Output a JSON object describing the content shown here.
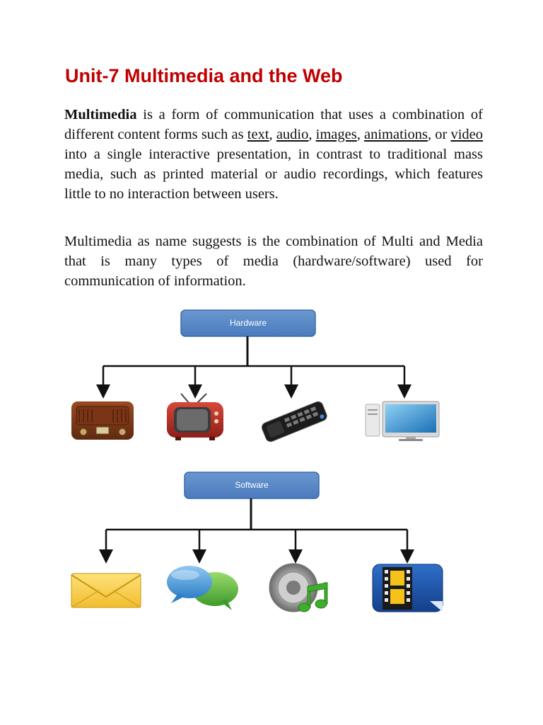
{
  "document": {
    "title": "Unit-7 Multimedia and the Web",
    "paragraph1": {
      "term": "Multimedia",
      "t1": " is a form of communication that uses a combination of different content forms such as ",
      "link_text": "text",
      "s1": ", ",
      "link_audio": "audio",
      "s2": ", ",
      "link_images": "images",
      "s3": ", ",
      "link_animations": "animations",
      "s4": ",  or ",
      "link_video": "video ",
      "t2": "into a single interactive presentation, in contrast to  traditional mass media, such as printed material or audio  recordings, which features little to no interaction between users."
    },
    "paragraph2": "Multimedia as name suggests is the combination of Multi and Media that is many types of media (hardware/software) used for communication of information."
  },
  "diagram": {
    "hardware": {
      "label": "Hardware",
      "items": [
        "radio-icon",
        "television-icon",
        "remote-control-icon",
        "desktop-computer-icon"
      ]
    },
    "software": {
      "label": "Software",
      "items": [
        "mail-envelope-icon",
        "chat-bubbles-icon",
        "music-speaker-icon",
        "video-film-icon"
      ]
    },
    "colors": {
      "box_fill": "#4f81bd",
      "box_border": "#3a6aa5",
      "title_red": "#c00000"
    }
  }
}
